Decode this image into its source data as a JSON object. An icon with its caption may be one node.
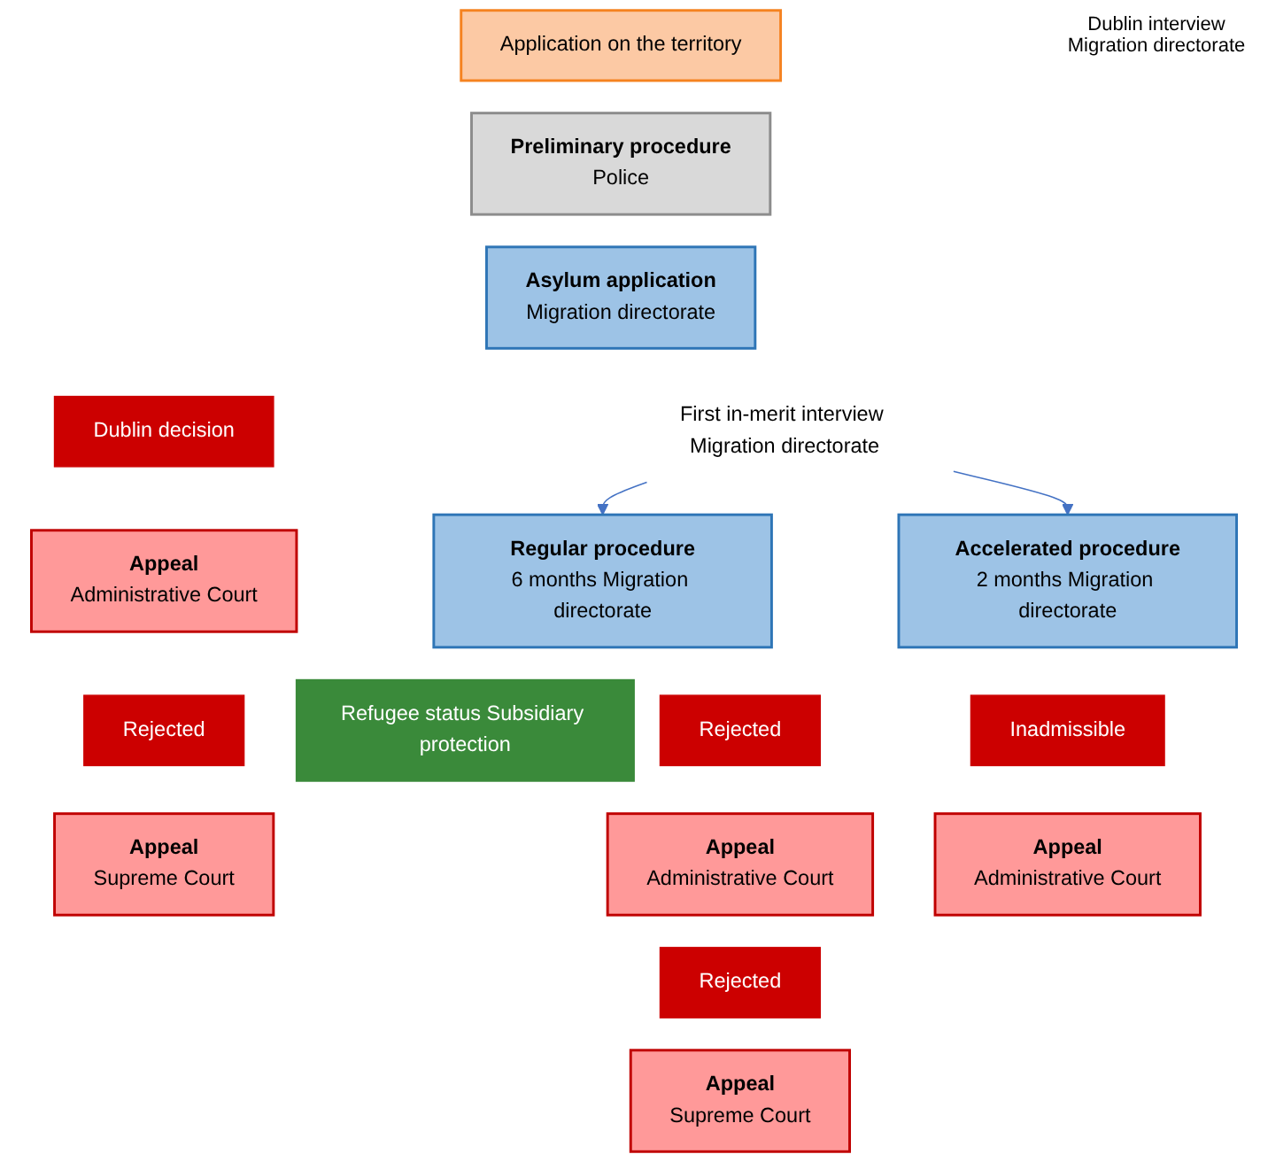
{
  "diagram": {
    "nodes": [
      {
        "text": [
          "Application on the territory"
        ]
      },
      {
        "text": [
          "Preliminary procedure",
          "Police"
        ]
      },
      {
        "text": [
          "Asylum application",
          "Migration directorate"
        ]
      },
      {
        "text": [
          "First in-merit interview Migration directorate"
        ]
      },
      {
        "text": [
          "Dublin decision"
        ]
      },
      {
        "text": [
          "Appeal",
          "Administrative Court"
        ]
      },
      {
        "text": [
          "Regular procedure",
          "6 months Migration directorate"
        ]
      },
      {
        "text": [
          "Accelerated procedure",
          "2 months Migration directorate"
        ]
      },
      {
        "text": [
          "Rejected"
        ]
      },
      {
        "text": [
          "Refugee status Subsidiary protection"
        ]
      },
      {
        "text": [
          "Rejected"
        ]
      },
      {
        "text": [
          "Inadmissible"
        ]
      },
      {
        "text": [
          "Appeal",
          "Supreme Court"
        ]
      },
      {
        "text": [
          "Appeal",
          "Administrative Court"
        ]
      },
      {
        "text": [
          "Appeal",
          "Administrative Court"
        ]
      },
      {
        "text": [
          "Rejected"
        ]
      },
      {
        "text": [
          "Appeal",
          "Supreme Court"
        ]
      }
    ],
    "edges": [
      {
        "from": 3,
        "to": 6,
        "arrow": "to"
      },
      {
        "from": 3,
        "to": 7,
        "arrow": "to"
      }
    ],
    "labels": [
      "Dublin interview Migration directorate"
    ]
  }
}
